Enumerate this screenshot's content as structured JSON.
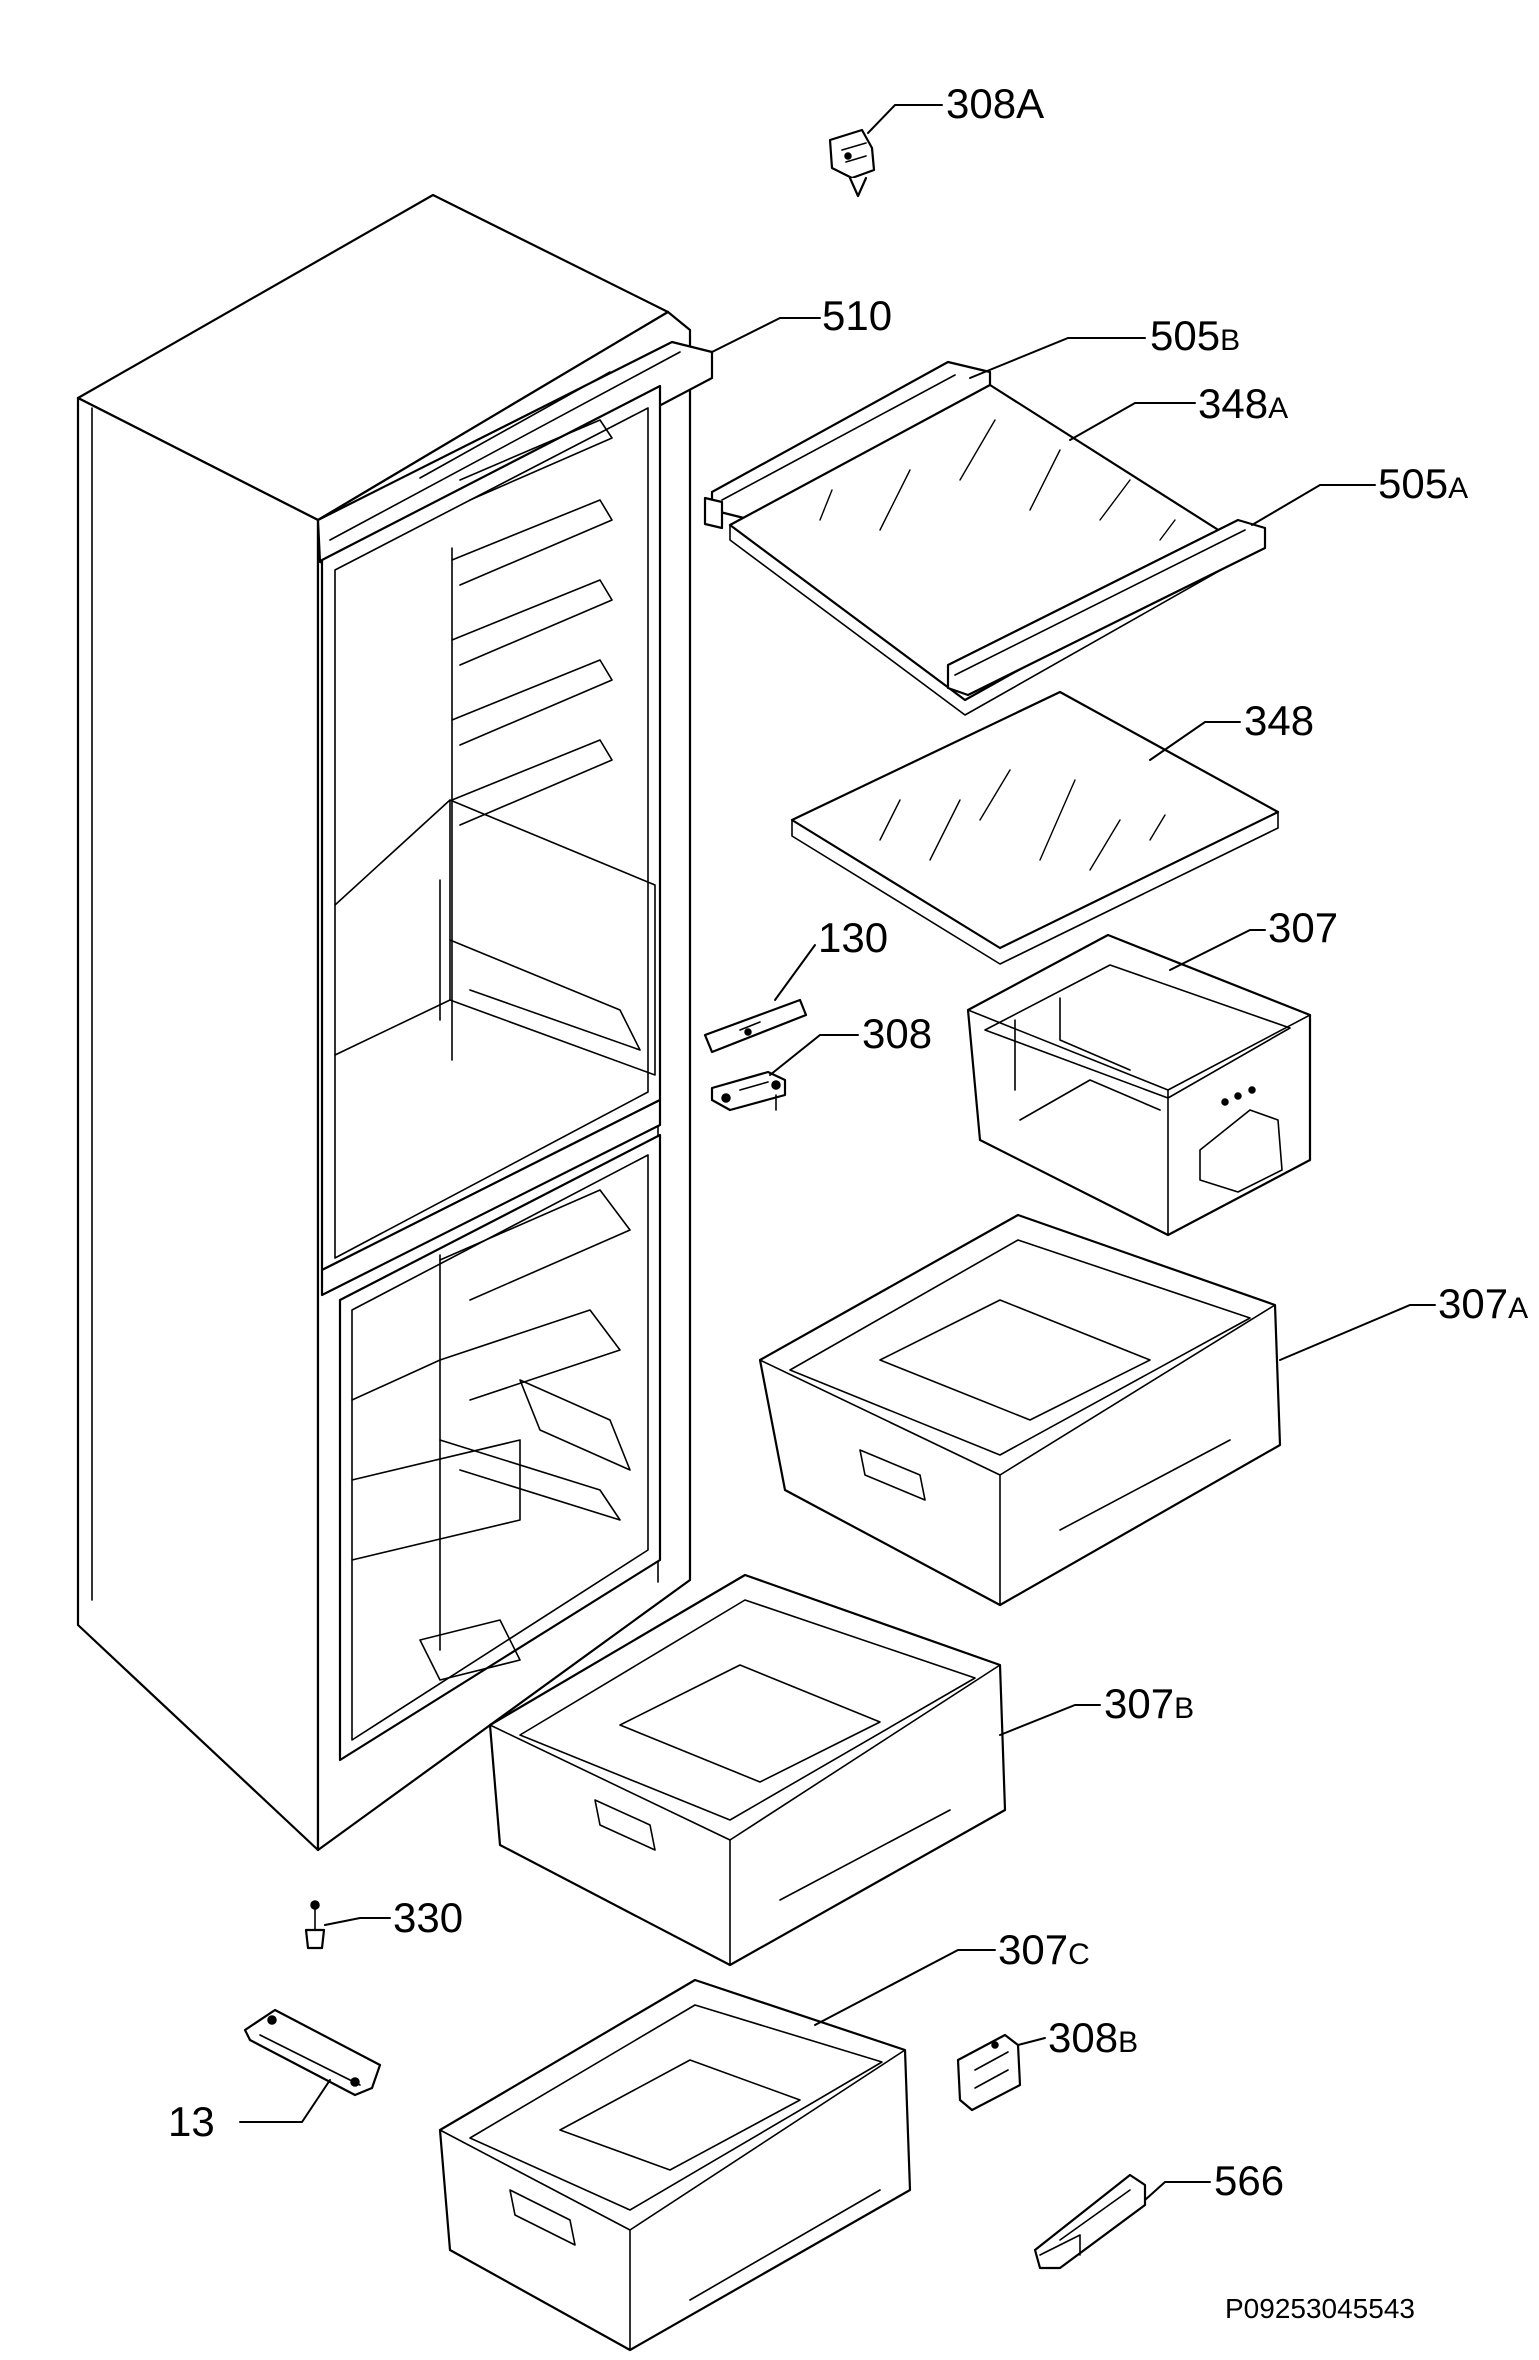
{
  "labels": {
    "p308A": {
      "num": "308",
      "suffix": "A"
    },
    "p510": {
      "num": "510",
      "suffix": ""
    },
    "p505B": {
      "num": "505",
      "suffix": "B"
    },
    "p348A": {
      "num": "348",
      "suffix": "A"
    },
    "p505A": {
      "num": "505",
      "suffix": "A"
    },
    "p348": {
      "num": "348",
      "suffix": ""
    },
    "p130": {
      "num": "130",
      "suffix": ""
    },
    "p308": {
      "num": "308",
      "suffix": ""
    },
    "p307": {
      "num": "307",
      "suffix": ""
    },
    "p307A": {
      "num": "307",
      "suffix": "A"
    },
    "p307B": {
      "num": "307",
      "suffix": "B"
    },
    "p330": {
      "num": "330",
      "suffix": ""
    },
    "p307C": {
      "num": "307",
      "suffix": "C"
    },
    "p308B": {
      "num": "308",
      "suffix": "B"
    },
    "p13": {
      "num": "13",
      "suffix": ""
    },
    "p566": {
      "num": "566",
      "suffix": ""
    }
  },
  "diagram_code": "P09253045543"
}
